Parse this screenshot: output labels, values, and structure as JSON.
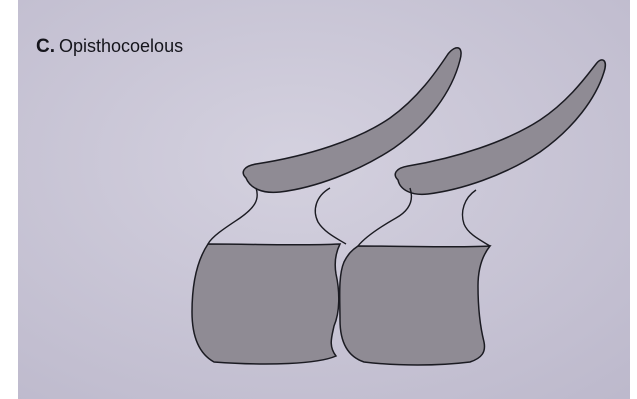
{
  "figure": {
    "letter": "C.",
    "caption": "Opisthocoelous"
  },
  "colors": {
    "paper": "#c9c6d6",
    "paper_light": "#d4d1df",
    "bone_fill": "#8f8b94",
    "outline": "#1b1b22",
    "label": "#15151c"
  },
  "vertebrae_count": 2
}
